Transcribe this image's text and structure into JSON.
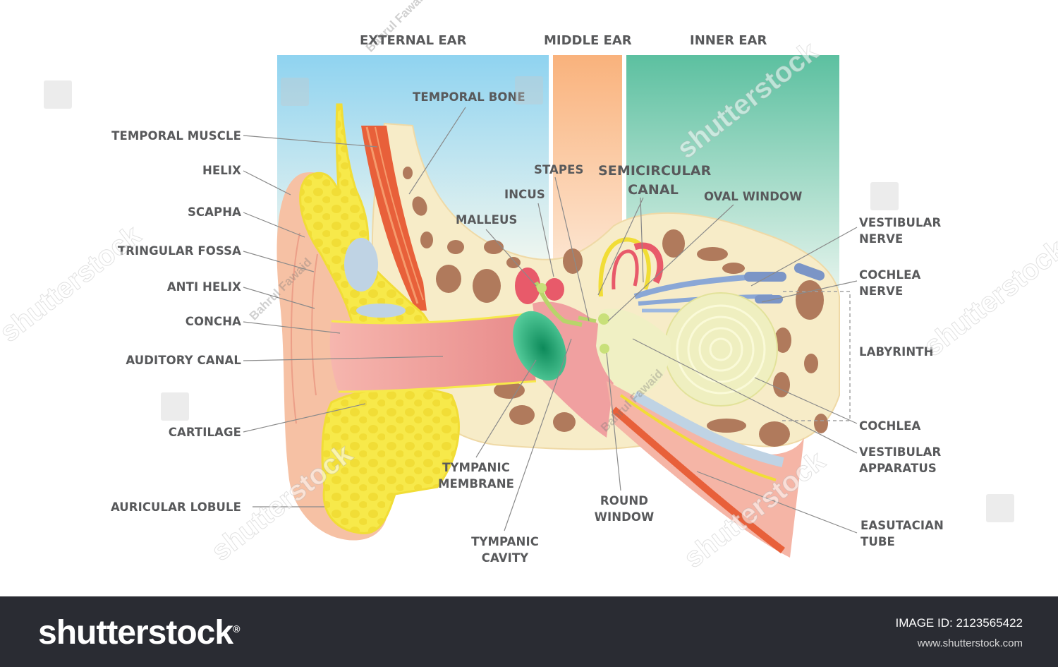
{
  "sections": {
    "external": "EXTERNAL EAR",
    "middle": "MIDDLE EAR",
    "inner": "INNER EAR"
  },
  "labels": {
    "temporal_bone": "TEMPORAL BONE",
    "temporal_muscle": "TEMPORAL MUSCLE",
    "helix": "HELIX",
    "scapha": "SCAPHA",
    "triangular_fossa": "TRINGULAR FOSSA",
    "anti_helix": "ANTI  HELIX",
    "concha": "CONCHA",
    "auditory_canal": "AUDITORY CANAL",
    "cartilage": "CARTILAGE",
    "auricular_lobule": "AURICULAR LOBULE",
    "stapes": "STAPES",
    "semicircular_canal_1": "SEMICIRCULAR",
    "semicircular_canal_2": "CANAL",
    "incus": "INCUS",
    "malleus": "MALLEUS",
    "oval_window": "OVAL WINDOW",
    "vestibular_nerve_1": "VESTIBULAR",
    "vestibular_nerve_2": "NERVE",
    "cochlea_nerve_1": "COCHLEA",
    "cochlea_nerve_2": "NERVE",
    "labyrinth": "LABYRINTH",
    "cochlea": "COCHLEA",
    "vestibular_apparatus_1": "VESTIBULAR",
    "vestibular_apparatus_2": "APPARATUS",
    "eustachian_tube_1": "EASUTACIAN",
    "eustachian_tube_2": "TUBE",
    "tympanic_membrane_1": "TYMPANIC",
    "tympanic_membrane_2": "MEMBRANE",
    "round_window_1": "ROUND",
    "round_window_2": "WINDOW",
    "tympanic_cavity_1": "TYMPANIC",
    "tympanic_cavity_2": "CAVITY"
  },
  "watermark": {
    "text": "shutterstock",
    "author": "Bahrul Fawaid"
  },
  "footer": {
    "brand": "shutterstock",
    "registered": "®",
    "image_id": "IMAGE ID: 2123565422",
    "site": "www.shutterstock.com"
  },
  "colors": {
    "external_band": "#8fd3f0",
    "middle_band": "#f9b27c",
    "inner_band": "#5cc0a0",
    "skin": "#f6c1a4",
    "cartilage": "#f7e94a",
    "bone": "#f7ecc8",
    "bone_pore": "#b07a5c",
    "muscle": "#e8603a",
    "canal": "#f0a0a0",
    "membrane": "#2fae7e",
    "nerve": "#8aa7d6",
    "label": "#58595b",
    "footer_bg": "#2a2c33"
  }
}
